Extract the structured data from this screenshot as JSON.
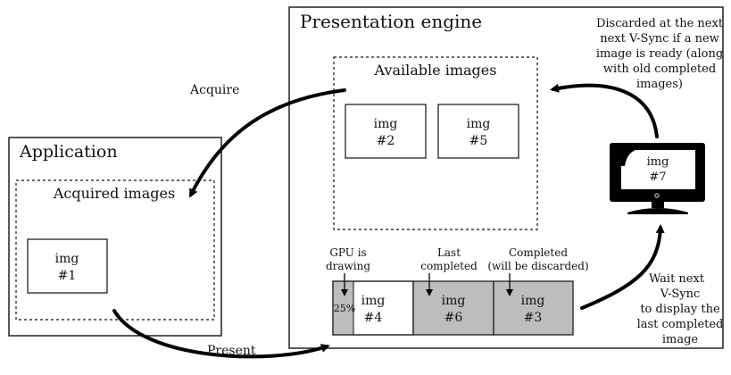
{
  "presentation_engine": {
    "title": "Presentation engine",
    "available_images": {
      "label": "Available images",
      "items": [
        {
          "line1": "img",
          "line2": "#2"
        },
        {
          "line1": "img",
          "line2": "#5"
        }
      ]
    },
    "queue": {
      "gpu_label_lines": [
        "GPU is",
        "drawing"
      ],
      "last_label_lines": [
        "Last",
        "completed"
      ],
      "discard_label_lines": [
        "Completed",
        "(will be discarded)"
      ],
      "progress": "25%",
      "progress_fraction": 0.25,
      "items": [
        {
          "line1": "img",
          "line2": "#4"
        },
        {
          "line1": "img",
          "line2": "#6"
        },
        {
          "line1": "img",
          "line2": "#3"
        }
      ]
    },
    "monitor": {
      "line1": "img",
      "line2": "#7"
    },
    "discarded_note_lines": [
      "Discarded at the next",
      "next V-Sync if a new",
      "image is ready (along",
      "with old completed",
      "images)"
    ]
  },
  "application": {
    "title": "Application",
    "acquired_images": {
      "label": "Acquired images",
      "items": [
        {
          "line1": "img",
          "line2": "#1"
        }
      ]
    }
  },
  "arrows": {
    "acquire": "Acquire",
    "present": "Present",
    "wait_note_lines": [
      "Wait next",
      "V-Sync",
      "to display the",
      "last completed",
      "image"
    ]
  },
  "colors": {
    "queued_fill": "#bdbdbd",
    "screen_fill": "#000000",
    "outline": "#111111"
  }
}
